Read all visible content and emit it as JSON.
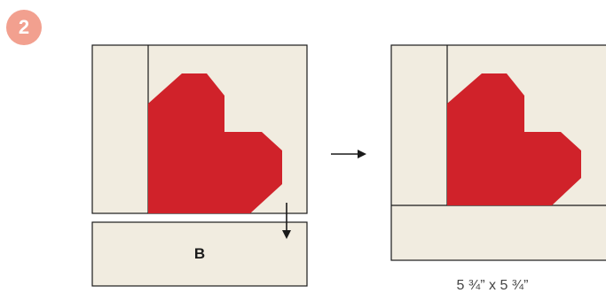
{
  "step": {
    "number": "2"
  },
  "strip_label": "B",
  "dimension_label": "5 ¾” x 5 ¾”",
  "colors": {
    "badge": "#f2a08f",
    "background_fabric": "#f1ece0",
    "heart": "#d0222a",
    "outline": "#1a1a1a"
  },
  "icons": [
    "down-arrow-icon",
    "right-arrow-icon"
  ]
}
